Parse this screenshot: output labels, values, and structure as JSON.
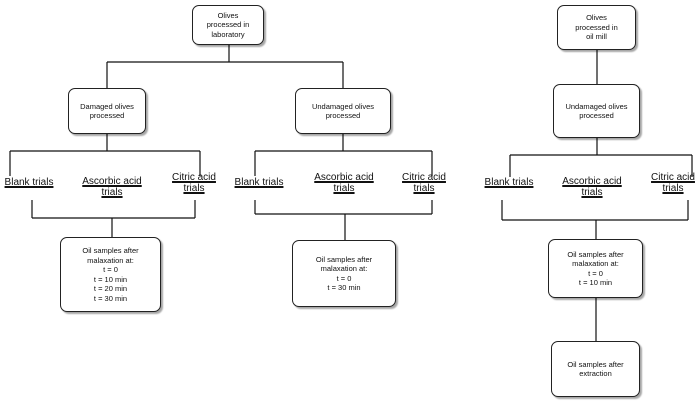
{
  "lab": {
    "root": [
      "Olives",
      "processed in",
      "laboratory"
    ],
    "damaged": {
      "title": [
        "Damaged olives",
        "processed"
      ],
      "trials": {
        "blank": [
          "Blank trials"
        ],
        "ascorbic": [
          "Ascorbic acid",
          "trials"
        ],
        "citric": [
          "Citric acid",
          "trials"
        ]
      },
      "samples": [
        "Oil samples after",
        "malaxation at:",
        "t = 0",
        "t = 10 min",
        "t = 20 min",
        "t = 30 min"
      ]
    },
    "undamaged": {
      "title": [
        "Undamaged olives",
        "processed"
      ],
      "trials": {
        "blank": [
          "Blank trials"
        ],
        "ascorbic": [
          "Ascorbic acid",
          "trials"
        ],
        "citric": [
          "Citric acid",
          "trials"
        ]
      },
      "samples": [
        "Oil samples after",
        "malaxation at:",
        "t = 0",
        "t = 30 min"
      ]
    }
  },
  "mill": {
    "root": [
      "Olives",
      "processed in",
      "oil mill"
    ],
    "undamaged": {
      "title": [
        "Undamaged olives",
        "processed"
      ],
      "trials": {
        "blank": [
          "Blank trials"
        ],
        "ascorbic": [
          "Ascorbic acid",
          "trials"
        ],
        "citric": [
          "Citric acid",
          "trials"
        ]
      },
      "samples": [
        "Oil samples after",
        "malaxation at:",
        "t = 0",
        "t = 10 min"
      ],
      "extraction": [
        "Oil samples after",
        "extraction"
      ]
    }
  }
}
